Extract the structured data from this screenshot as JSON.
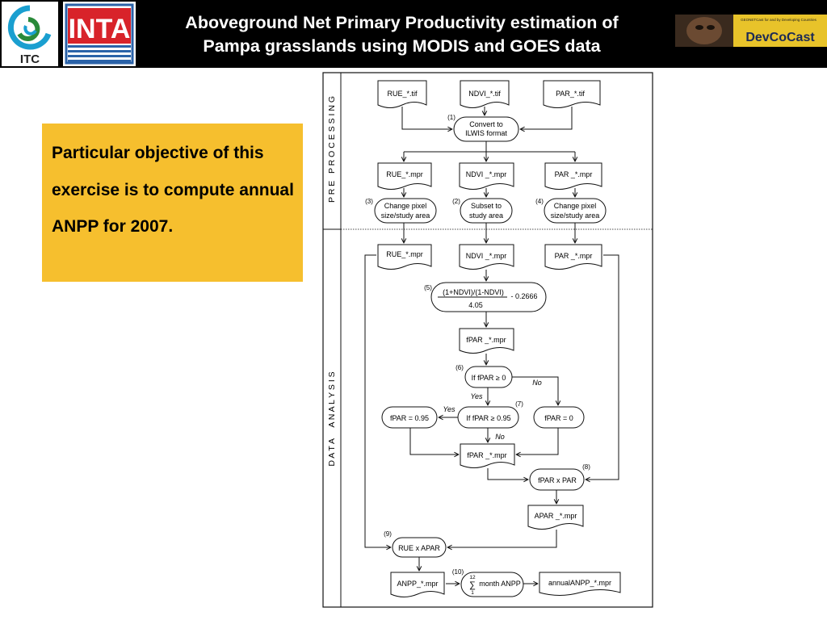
{
  "header": {
    "title_line1": "Aboveground Net Primary Productivity estimation of",
    "title_line2": "Pampa grasslands using MODIS and GOES data",
    "logo_itc": "ITC",
    "logo_inta": "INTA",
    "logo_devco": "DevCoCast",
    "logo_devco_tag": "GEONETCast for and by Developing Countries"
  },
  "objective": {
    "text": "Particular objective of this exercise is to compute annual ANPP for 2007."
  },
  "flowchart": {
    "section_preprocessing": "P R E   P R O C E S S I N G",
    "section_analysis": "D A T A     A N A L Y S I S",
    "nodes": {
      "rue_tif": "RUE_*.tif",
      "ndvi_tif": "NDVI_*.tif",
      "par_tif": "PAR_*.tif",
      "convert_1": "Convert to",
      "convert_2": "ILWIS format",
      "rue_mpr1": "RUE_*.mpr",
      "ndvi_mpr1": "NDVI _*.mpr",
      "par_mpr1": "PAR _*.mpr",
      "change_l1": "Change pixel",
      "change_l2": "size/study area",
      "subset_1": "Subset  to",
      "subset_2": "study area",
      "change_r1": "Change pixel",
      "change_r2": "size/study area",
      "rue_mpr2": "RUE_*.mpr",
      "ndvi_mpr2": "NDVI _*.mpr",
      "par_mpr2": "PAR _*.mpr",
      "formula_num": "(1+NDVI)/(1-NDVI)",
      "formula_den": "4.05",
      "formula_tail": "- 0.2666",
      "fpar_mpr1": "fPAR _*.mpr",
      "if_fpar_0": "If fPAR ≥ 0",
      "if_fpar_095": "If fPAR ≥ 0.95",
      "fpar_095": "fPAR = 0.95",
      "fpar_0": "fPAR = 0",
      "fpar_mpr2": "fPAR _*.mpr",
      "fpar_x_par": "fPAR x PAR",
      "apar_mpr": "APAR _*.mpr",
      "rue_x_apar": "RUE x APAR",
      "anpp_mpr": "ANPP_*.mpr",
      "sum_upper": "12",
      "sum_symbol": "∑",
      "sum_lower": "1",
      "month_anpp": "month ANPP",
      "annual_anpp": "annualANPP_*.mpr"
    },
    "step_labels": {
      "s1": "(1)",
      "s2": "(2)",
      "s3": "(3)",
      "s4": "(4)",
      "s5": "(5)",
      "s6": "(6)",
      "s7": "(7)",
      "s8": "(8)",
      "s9": "(9)",
      "s10": "(10)"
    },
    "edge_labels": {
      "no1": "No",
      "yes1": "Yes",
      "yes2": "Yes",
      "no2": "No"
    }
  }
}
